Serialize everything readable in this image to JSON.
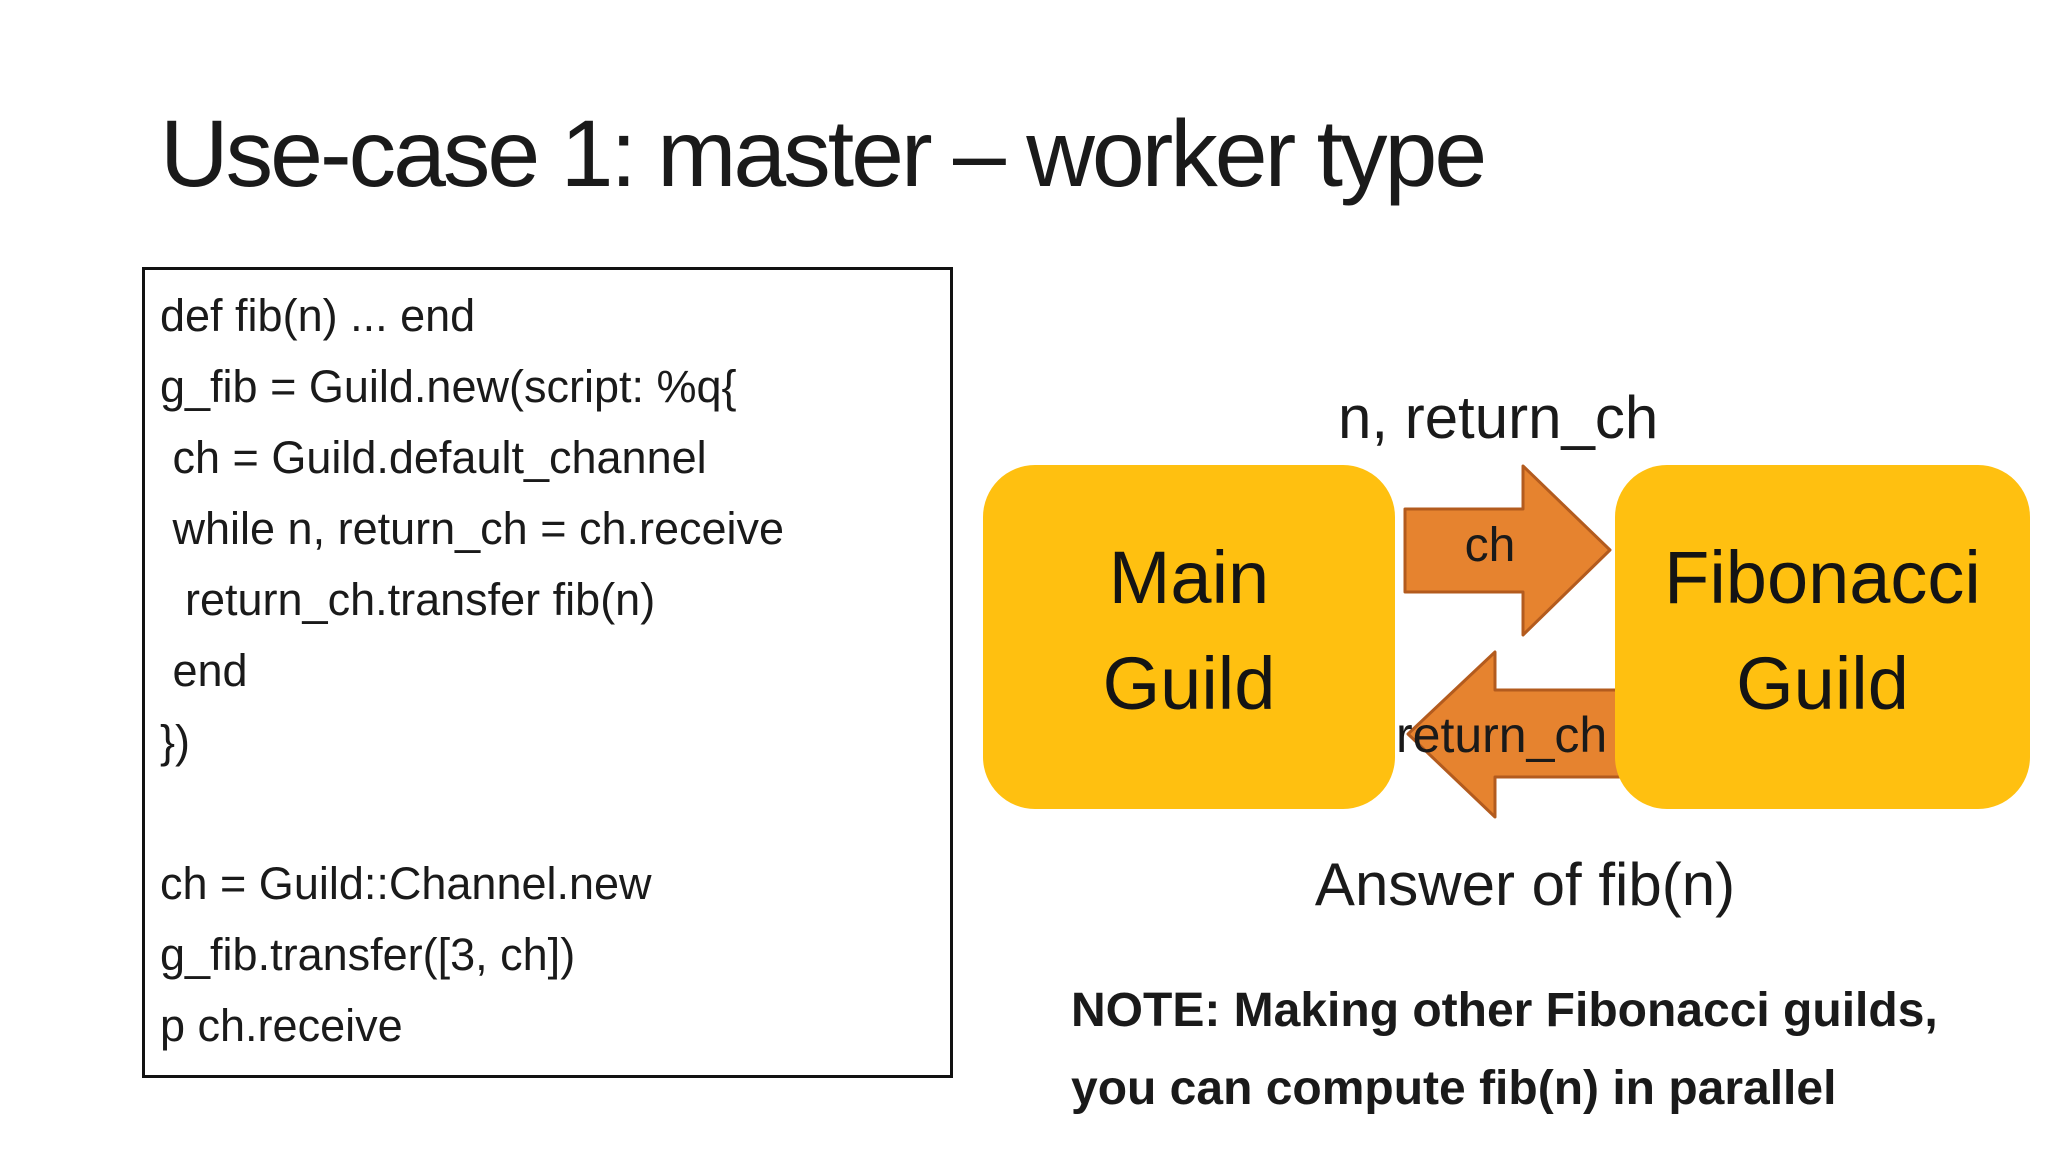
{
  "slide": {
    "title": "Use-case 1: master – worker type",
    "background": "#ffffff",
    "text_color": "#1a1a1a"
  },
  "code_panel": {
    "lines": [
      "def fib(n) ... end",
      "g_fib = Guild.new(script: %q{",
      " ch = Guild.default_channel",
      " while n, return_ch = ch.receive",
      "  return_ch.transfer fib(n)",
      " end",
      "})",
      "",
      "ch = Guild::Channel.new",
      "g_fib.transfer([3, ch])",
      "p ch.receive"
    ]
  },
  "diagram": {
    "top_label": "n, return_ch",
    "main_guild": {
      "label": [
        "Main",
        "Guild"
      ],
      "fill": "#ffc010"
    },
    "fibonacci_guild": {
      "label": [
        "Fibonacci",
        "Guild"
      ],
      "fill": "#ffc010"
    },
    "forward_arrow": {
      "label": "ch",
      "direction": "right",
      "fill": "#e6832f",
      "stroke": "#b35b1e"
    },
    "return_arrow": {
      "label": "return_ch",
      "direction": "left",
      "fill": "#e6832f",
      "stroke": "#b35b1e"
    },
    "bottom_label": "Answer of fib(n)"
  },
  "note": {
    "lines": [
      "NOTE: Making other Fibonacci guilds,",
      "you can compute fib(n) in parallel"
    ]
  }
}
